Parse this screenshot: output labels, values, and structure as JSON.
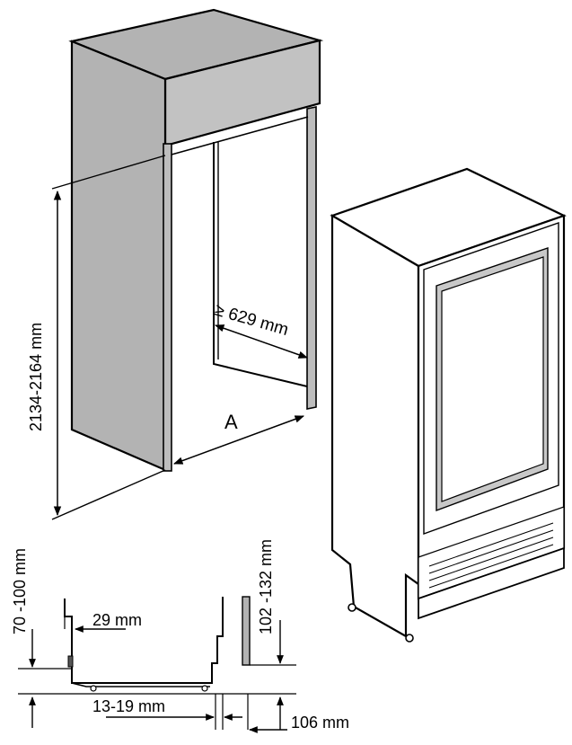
{
  "labels": {
    "height": "2134-2164 mm",
    "depth": "≥ 629 mm",
    "width": "A",
    "top_gap": "70 -100 mm",
    "top_offset": "29 mm",
    "right_gap": "102 -132 mm",
    "bottom_offset": "13-19 mm",
    "bottom_depth": "106 mm"
  },
  "colors": {
    "cabinet_fill": "#b3b3b3",
    "door_panel_fill": "#c8c8c8",
    "line": "#000000",
    "background": "#ffffff"
  }
}
